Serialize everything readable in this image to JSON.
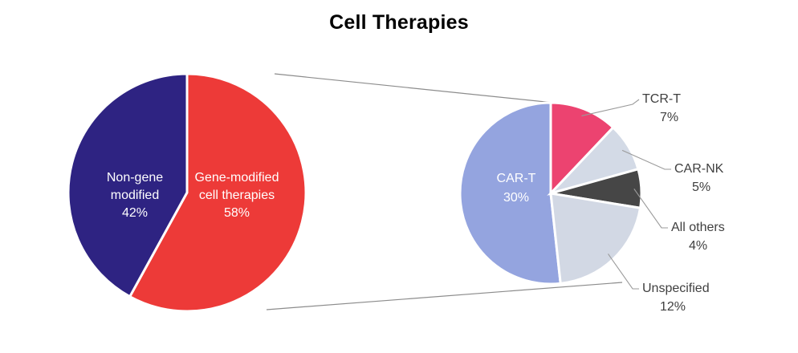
{
  "chart_data": {
    "type": "pie",
    "title": "Cell Therapies",
    "subtitle": "",
    "xlabel": "",
    "ylabel": "",
    "grid": false,
    "legend_position": "none",
    "description": "Pie of pie: the gene-modified cell therapies slice of the left pie is exploded into a second pie on the right showing its sub-categories.",
    "charts": [
      {
        "name": "overview-pie",
        "type": "pie",
        "categories": [
          "Gene-modified cell therapies",
          "Non-gene modified"
        ],
        "values": [
          58,
          42
        ],
        "unit": "%",
        "colors": [
          "#ED3A38",
          "#2E2382"
        ],
        "labels_inside": true
      },
      {
        "name": "breakdown-pie",
        "type": "pie",
        "categories": [
          "CAR-T",
          "TCR-T",
          "CAR-NK",
          "All others",
          "Unspecified"
        ],
        "values": [
          30,
          7,
          5,
          4,
          12
        ],
        "unit": "%",
        "colors": [
          "#94A4DF",
          "#EC4370",
          "#D3DAE6",
          "#464646",
          "#D2D8E4"
        ],
        "labels_inside": [
          true,
          false,
          false,
          false,
          false
        ]
      }
    ]
  },
  "title": "Cell Therapies",
  "left_pie": {
    "slices": [
      {
        "key": "gene-modified",
        "name": "Gene-modified cell therapies",
        "line1": "Gene-modified",
        "line2": "cell therapies",
        "value": "58%",
        "percent": 58,
        "color": "#ED3A38"
      },
      {
        "key": "non-gene-modified",
        "name": "Non-gene modified",
        "line1": "Non-gene",
        "line2": "modified",
        "value": "42%",
        "percent": 42,
        "color": "#2E2382"
      }
    ]
  },
  "right_pie": {
    "slices": [
      {
        "key": "car-t",
        "name": "CAR-T",
        "value": "30%",
        "percent": 30,
        "color": "#94A4DF"
      },
      {
        "key": "tcr-t",
        "name": "TCR-T",
        "value": "7%",
        "percent": 7,
        "color": "#EC4370"
      },
      {
        "key": "car-nk",
        "name": "CAR-NK",
        "value": "5%",
        "percent": 5,
        "color": "#D3DAE6"
      },
      {
        "key": "all-others",
        "name": "All others",
        "value": "4%",
        "percent": 4,
        "color": "#464646"
      },
      {
        "key": "unspecified",
        "name": "Unspecified",
        "value": "12%",
        "percent": 12,
        "color": "#D2D8E4"
      }
    ]
  }
}
